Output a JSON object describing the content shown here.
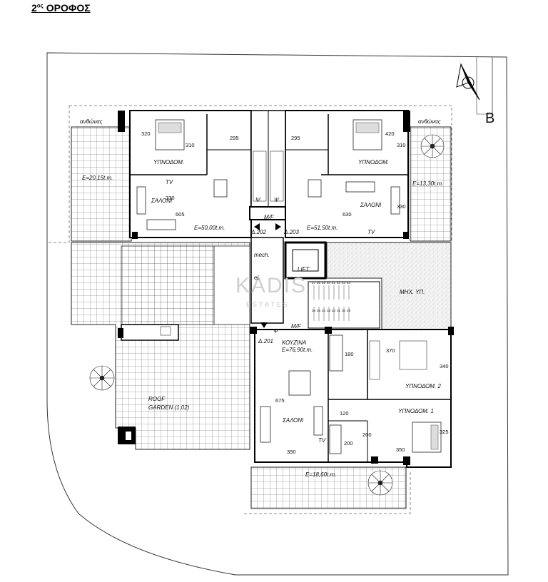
{
  "title": {
    "main": "2",
    "superscript": "ος",
    "rest": "ΟΡΟΦΟΣ"
  },
  "north_label": "B",
  "watermark": {
    "brand": "KADIS",
    "sub": "ESTATES"
  },
  "labels": {
    "anthonas_left": "ανθώνας",
    "anthonas_right": "ανθώνας",
    "area_left_terrace": "E=20,15t.m.",
    "area_right_terrace": "E=13,30t.m.",
    "ypnodom_left": "ΥΠΝΟΔΟΜ.",
    "ypnodom_right": "ΥΠΝΟΔΟΜ.",
    "saloni_left": "ΣΑΛΟΝΙ",
    "saloni_right": "ΣΑΛΟΝΙ",
    "saloni_main": "ΣΑΛΟΝΙ",
    "area_apt202": "E=50,00t.m.",
    "area_apt203": "E=51,50t.m.",
    "d202": "Δ.202",
    "d203": "Δ.203",
    "d201": "Δ.201",
    "mf_top": "M/F",
    "mf_mid": "M/F",
    "mech": "mech.",
    "el": "el.",
    "lift": "LIFT",
    "mech_space": "ΜΗΧ. ΥΠ.",
    "kouzina": "ΚΟΥΖΙΝΑ",
    "area_apt201": "E=76,90t.m.",
    "ypnodom_2": "ΥΠΝΟΔΟΜ. 2",
    "ypnodom_1": "ΥΠΝΟΔΟΜ. 1",
    "roof_garden_1": "ROOF",
    "roof_garden_2": "GARDEN (1,02)",
    "area_bottom_terrace": "E=18,60t.m.",
    "tv_1": "TV",
    "tv_2": "TV",
    "tv_3": "TV",
    "psi_1": "Ψ",
    "psi_2": "Ψ",
    "psi_3": "Ψ"
  },
  "dimensions": {
    "d320": "320",
    "d310a": "310",
    "d295a": "295",
    "d295b": "295",
    "d420": "420",
    "d310b": "310",
    "d330a": "330",
    "d605": "605",
    "d630": "630",
    "d330b": "330",
    "d370": "370",
    "d340": "340",
    "d180": "180",
    "d675": "675",
    "d120": "120",
    "d325": "325",
    "d200a": "200",
    "d200b": "200",
    "d390": "390",
    "d350": "350"
  },
  "stair_numbers": [
    "37",
    "38",
    "39",
    "40",
    "41",
    "42",
    "43",
    "44",
    "36",
    "35",
    "34",
    "33",
    "32",
    "31",
    "30",
    "29"
  ]
}
